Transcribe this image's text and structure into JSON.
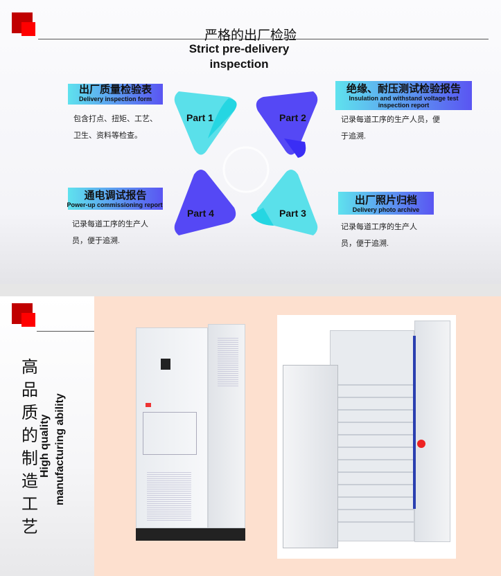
{
  "slide1": {
    "title_cn": "严格的出厂检验",
    "title_en_line1": "Strict pre-delivery",
    "title_en_line2": "inspection",
    "parts": [
      "Part 1",
      "Part 2",
      "Part 3",
      "Part 4"
    ],
    "items": [
      {
        "cn": "出厂质量检验表",
        "en": "Delivery inspection form",
        "desc1": "包含打点、扭矩、工艺、",
        "desc2": "卫生、资料等检查。"
      },
      {
        "cn": "绝缘、耐压测试检验报告",
        "en": "Insulation and withstand voltage test",
        "en2": "inspection report",
        "desc1": "记录每道工序的生产人员，便",
        "desc2": "于追溯."
      },
      {
        "cn": "通电调试报告",
        "en": "Power-up commissioning report",
        "desc1": "记录每道工序的生产人",
        "desc2": "员，便于追溯."
      },
      {
        "cn": "出厂照片归档",
        "en": "Delivery photo archive",
        "desc1": "记录每道工序的生产人",
        "desc2": "员，便于追溯."
      }
    ],
    "colors": {
      "cyan": "#5ae0ea",
      "purple": "#5548f5",
      "red": "#c00000"
    }
  },
  "slide2": {
    "title_cn": "高品质的制造工艺",
    "title_en_line1": "High quality",
    "title_en_line2": "manufacturing ability"
  }
}
